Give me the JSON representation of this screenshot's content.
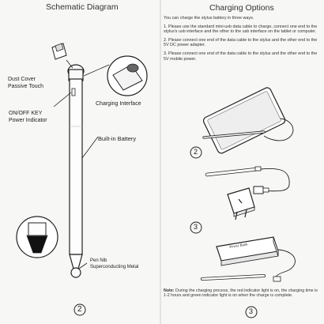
{
  "left": {
    "title": "Schematic Diagram",
    "dust_cover": "Dust Cover",
    "passive_touch": "Passive Touch",
    "charging_interface": "Charging Interface",
    "on_off_key": "ON/OFF KEY",
    "power_indicator": "Power Indicator",
    "built_in_battery": "Built-in Battery",
    "pen_nib": "Pen Nib",
    "superconducting_metal": "Superconducting Metal",
    "page_number": "2"
  },
  "right": {
    "title": "Charging Options",
    "intro": "You can charge the stylus battery in three ways.",
    "option1": "1. Please use the standard mini-usb data cable to charge, connect one end to the stylus's usb interface and the other to the usb interface on the tablet or computer.",
    "option2": "2. Please connect one end of the data cable to the stylus and the other end to the 5V DC power adapter.",
    "option3": "3. Please connect one end of the data cable  to the stylus and the other end to the 5V mobile power.",
    "step2": "2",
    "step3": "3",
    "power_bank_label": "Power Bank",
    "note_label": "Note:",
    "note_text": " During the charging process, the red indicator light is on, the charging time is 1-2 hours and green indicator light is on when the charge is complete.",
    "page_number": "3"
  }
}
